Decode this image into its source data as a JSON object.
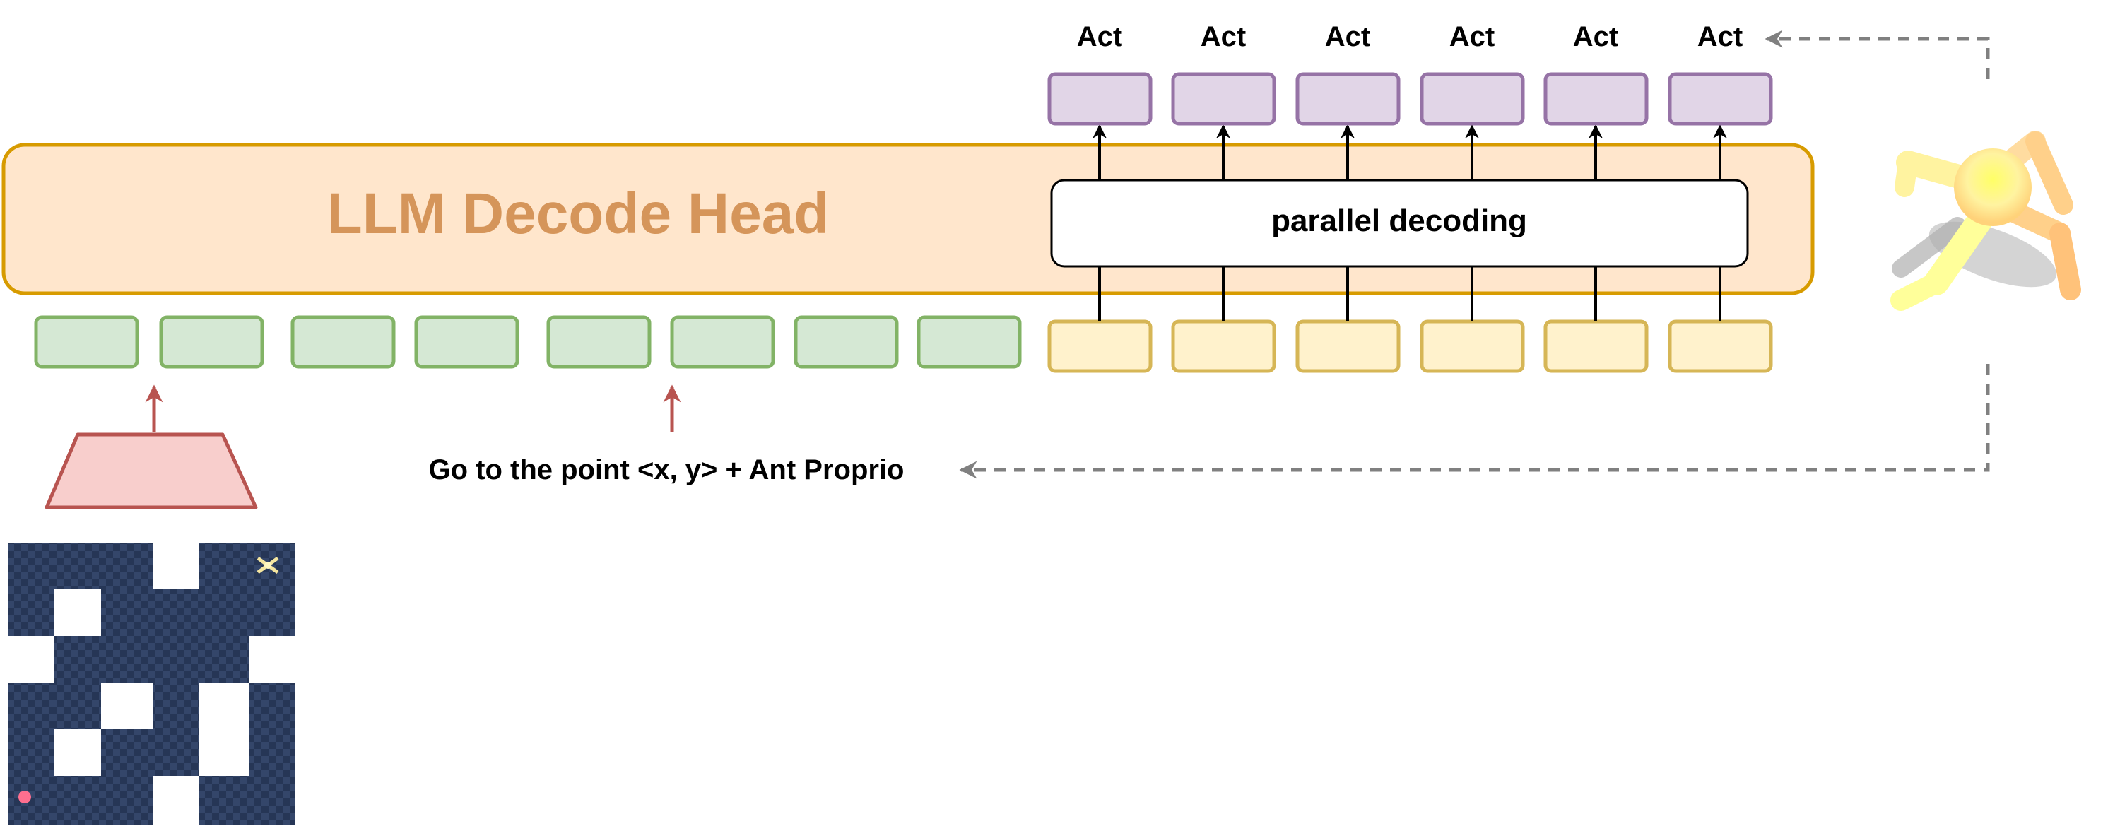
{
  "head": {
    "title": "LLM Decode Head"
  },
  "decoder": {
    "label": "parallel decoding"
  },
  "actions": {
    "labels": [
      "Act",
      "Act",
      "Act",
      "Act",
      "Act",
      "Act"
    ]
  },
  "instruction": {
    "text": "Go to the point <x, y> + Ant Proprio"
  },
  "tokens": {
    "input_count": 8,
    "action_query_count": 6
  },
  "colors": {
    "head_fill": "#ffe6cc",
    "head_stroke": "#d79b00",
    "head_text": "#d5955a",
    "input_token_fill": "#d5e8d4",
    "input_token_stroke": "#82b366",
    "query_token_fill": "#fff2cc",
    "query_token_stroke": "#d6b656",
    "action_fill": "#e1d5e7",
    "action_stroke": "#9673a6",
    "encoder_fill": "#f8cecc",
    "encoder_stroke": "#b85450",
    "maze_floor": "#263656",
    "maze_wall": "#ffffff"
  }
}
